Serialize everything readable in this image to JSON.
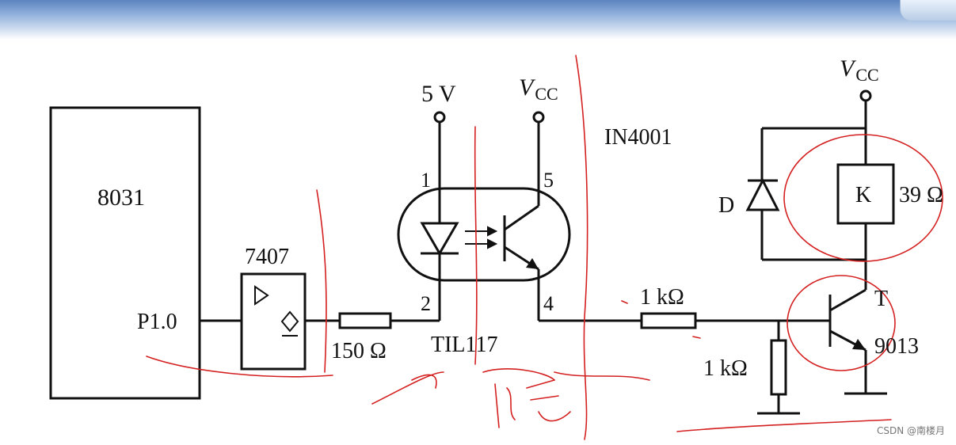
{
  "labels": {
    "mcu": "8031",
    "port": "P1.0",
    "buffer": "7407",
    "r1": "150 Ω",
    "supply5v": "5 V",
    "vcc_v": "V",
    "vcc_sub": "CC",
    "pin1": "1",
    "pin2": "2",
    "pin4": "4",
    "pin5": "5",
    "opto": "TIL117",
    "diode_part": "IN4001",
    "r2": "1 kΩ",
    "r3": "1 kΩ",
    "diode": "D",
    "relay": "K",
    "relay_res": "39 Ω",
    "transistor": "T",
    "transistor_part": "9013"
  },
  "watermark": "CSDN @南楼月",
  "colors": {
    "ink": "#111111",
    "annotation": "#d42020"
  }
}
